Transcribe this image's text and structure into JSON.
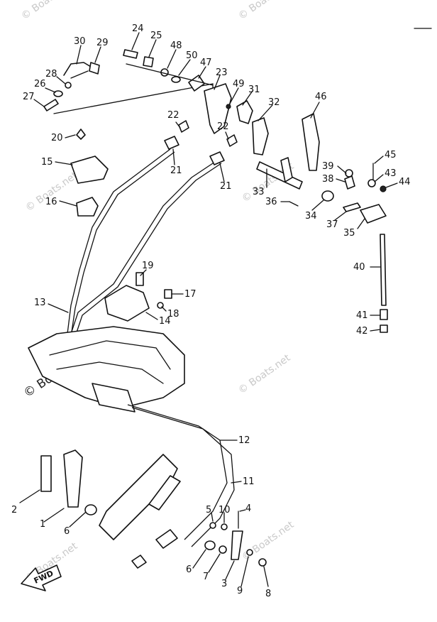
{
  "watermarks": [
    "© Boats.net",
    "© Boats.net",
    "© Boats.net",
    "© Boats.net",
    "© Boats.net",
    "© Boats.net",
    "© Boats.net",
    "© Boats.net"
  ],
  "fwd_label": "FWD",
  "callouts": [
    "1",
    "2",
    "3",
    "4",
    "5",
    "6",
    "6",
    "7",
    "8",
    "9",
    "10",
    "11",
    "12",
    "13",
    "14",
    "15",
    "16",
    "17",
    "18",
    "19",
    "20",
    "21",
    "21",
    "22",
    "22",
    "23",
    "24",
    "25",
    "26",
    "27",
    "28",
    "29",
    "30",
    "31",
    "32",
    "33",
    "34",
    "35",
    "36",
    "37",
    "38",
    "39",
    "40",
    "41",
    "42",
    "43",
    "44",
    "45",
    "46",
    "47",
    "48",
    "49",
    "50"
  ]
}
